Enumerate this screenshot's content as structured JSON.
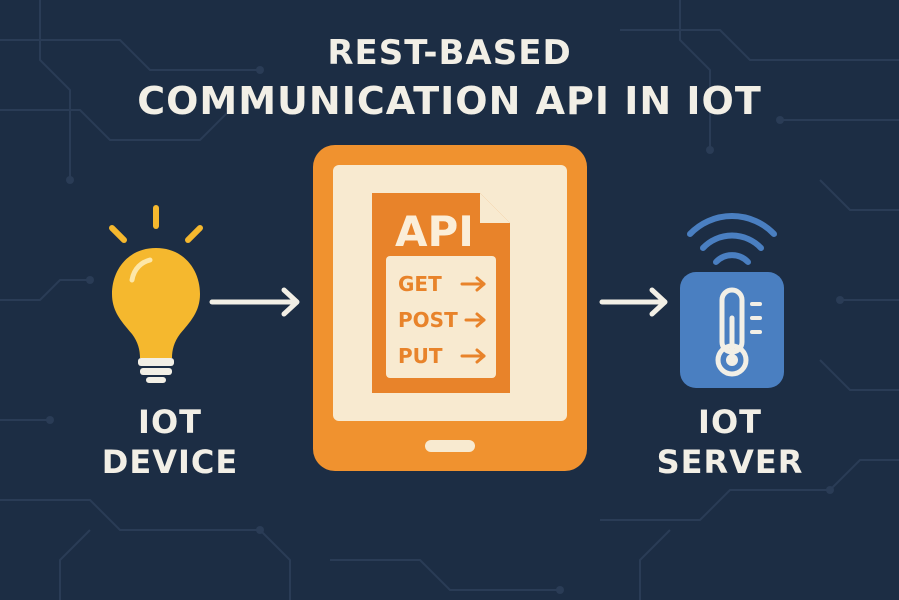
{
  "title": {
    "line1": "REST-BASED",
    "line2": "COMMUNICATION API IN IOT"
  },
  "device": {
    "label_line1": "IOT",
    "label_line2": "DEVICE",
    "icon": "lightbulb-icon"
  },
  "server": {
    "label_line1": "IOT",
    "label_line2": "SERVER",
    "icon": "thermometer-icon"
  },
  "api_document": {
    "heading": "API",
    "methods": [
      "GET",
      "POST",
      "PUT"
    ],
    "icon": "tablet-icon"
  },
  "colors": {
    "background": "#1c2d44",
    "accent_orange": "#f0922f",
    "bulb_yellow": "#f5b82e",
    "server_blue": "#4a7fc1",
    "text_light": "#f2efe6"
  }
}
